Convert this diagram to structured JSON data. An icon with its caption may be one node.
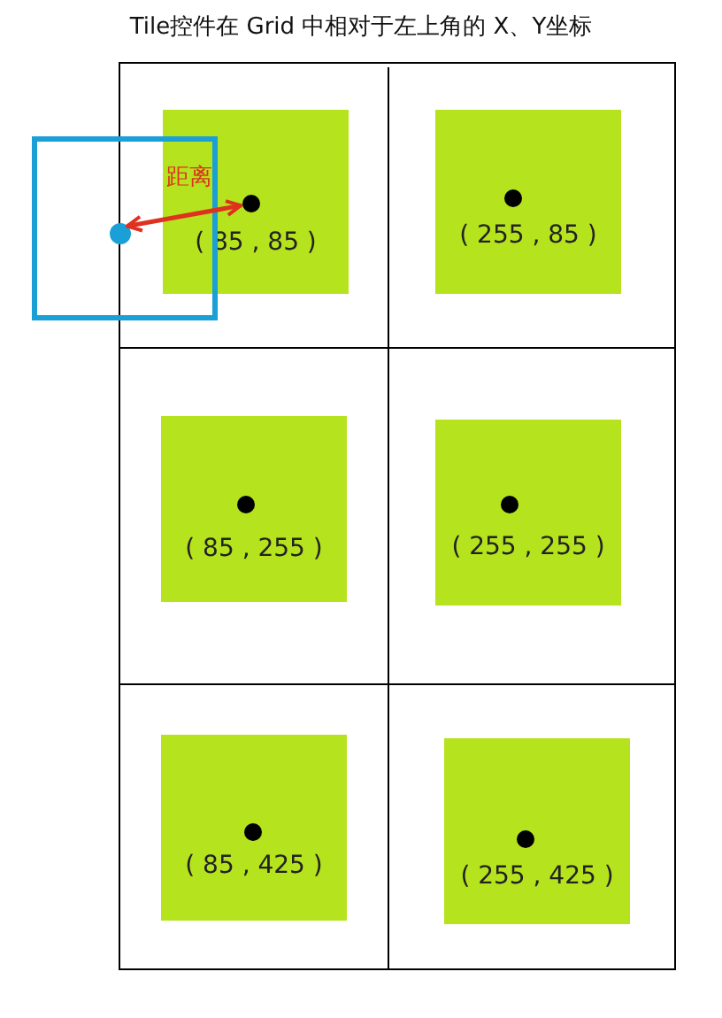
{
  "diagram": {
    "title": "Tile控件在 Grid 中相对于左上角的 X、Y坐标",
    "nodes": [
      {
        "text": [],
        "shape": "box"
      },
      {
        "text": [],
        "shape": "circle",
        "in": 0
      },
      {
        "text": [
          "( 85 , 85 )"
        ]
      },
      {
        "text": [],
        "shape": "circle",
        "in": 2
      },
      {
        "text": [
          "( 255 , 85 )"
        ]
      },
      {
        "text": [],
        "shape": "circle",
        "in": 4
      },
      {
        "text": [
          "( 85 , 255 )"
        ]
      },
      {
        "text": [],
        "shape": "circle",
        "in": 6
      },
      {
        "text": [
          "( 255 , 255 )"
        ]
      },
      {
        "text": [],
        "shape": "circle",
        "in": 8
      },
      {
        "text": [
          "( 85 , 425 )"
        ]
      },
      {
        "text": [],
        "shape": "circle",
        "in": 10
      },
      {
        "text": [
          "( 255 , 425 )"
        ]
      },
      {
        "text": [],
        "shape": "circle",
        "in": 12
      }
    ],
    "edges": [
      {
        "from": 1,
        "to": 3,
        "arrow": "both",
        "label": "距离",
        "color": "#e0301e"
      }
    ]
  }
}
